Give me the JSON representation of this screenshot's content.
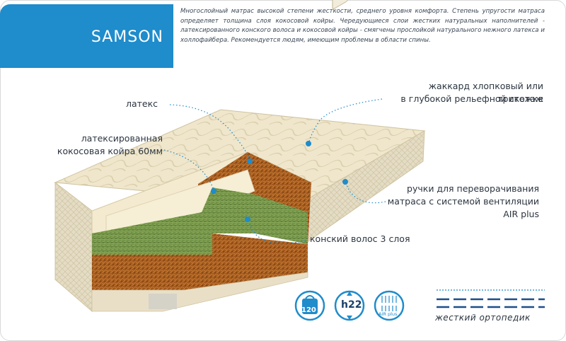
{
  "header": {
    "title": "SAMSON",
    "description": "Многослойный матрас высокой степени жесткости, среднего уровня комфорта. Степень упругости матраса определяет толщина слоя кокосовой койры. Чередующиеся слои жестких натуральных наполнителей - латексированного конского волоса и кокосовой койры - смягчены прослойкой натурального нежного латекса и холлофайбера. Рекомендуется людям, имеющим проблемы в области спины."
  },
  "callouts": {
    "latex": "латекс",
    "coir_line1": "латексированная",
    "coir_line2": "кокосовая койра 60мм",
    "cover_line1": "жаккард хлопковый или трикотаж",
    "cover_line2": "в глубокой рельефной стежке",
    "handles_line1": "ручки для переворачивания",
    "handles_line2": "матраса с системой вентиляции",
    "handles_line3": "AIR plus",
    "horsehair": "конский волос 3 слоя"
  },
  "badges": {
    "weight": "120",
    "height": "h22",
    "air": "AIR plus"
  },
  "legend": {
    "label": "жесткий ортопедик"
  },
  "colors": {
    "accent": "#1f8ccb",
    "dot": "#1f8ccb",
    "text": "#2c3540"
  },
  "icons": {
    "weight": "weight-icon",
    "height": "height-arrows-icon",
    "air": "air-ventilation-icon"
  }
}
